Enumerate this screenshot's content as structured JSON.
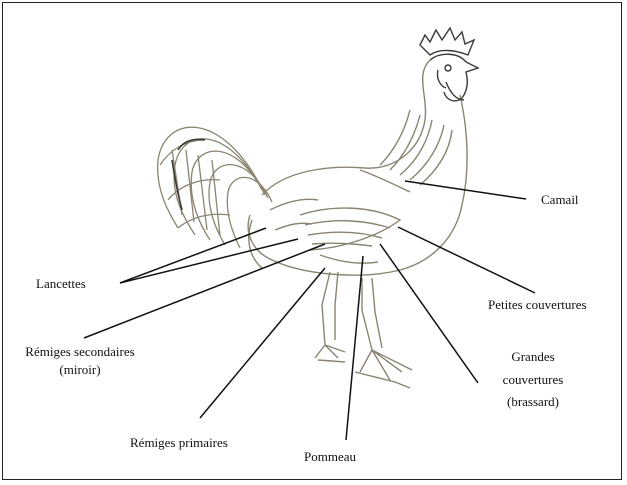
{
  "labels": {
    "camail": "Camail",
    "lancettes": "Lancettes",
    "petites_couvertures": "Petites couvertures",
    "remiges_secondaires_1": "Rémiges secondaires",
    "remiges_secondaires_2": "(miroir)",
    "grandes_couvertures_1": "Grandes",
    "grandes_couvertures_2": "couvertures",
    "grandes_couvertures_3": "(brassard)",
    "remiges_primaires": "Rémiges primaires",
    "pommeau": "Pommeau"
  },
  "colors": {
    "ink": "#111111",
    "drawing": "#8a8470",
    "drawing_dark": "#3b3a33"
  }
}
